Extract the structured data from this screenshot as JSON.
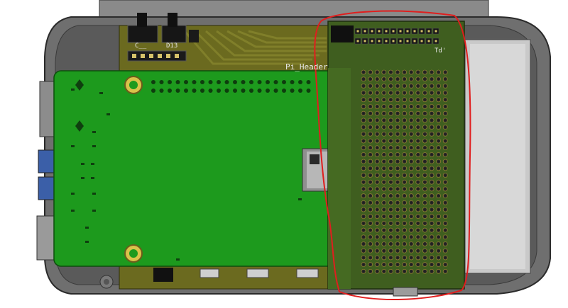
{
  "labels": {
    "pi_header": "Pi_Header",
    "c_label": "C__",
    "d_label": "D13",
    "td_label": "Td'"
  },
  "colors": {
    "enclosure": "#6a6a6a",
    "enclosure_dark": "#3a3a3a",
    "olive_pcb": "#6b6a1f",
    "pi_green": "#1d9a1d",
    "proto_green": "#3f5e1f",
    "annotation_red": "#e01e1e",
    "pad_gold": "#d2b43a"
  },
  "annotation": {
    "shape": "hand-drawn-circle",
    "highlights": "proto-board"
  }
}
